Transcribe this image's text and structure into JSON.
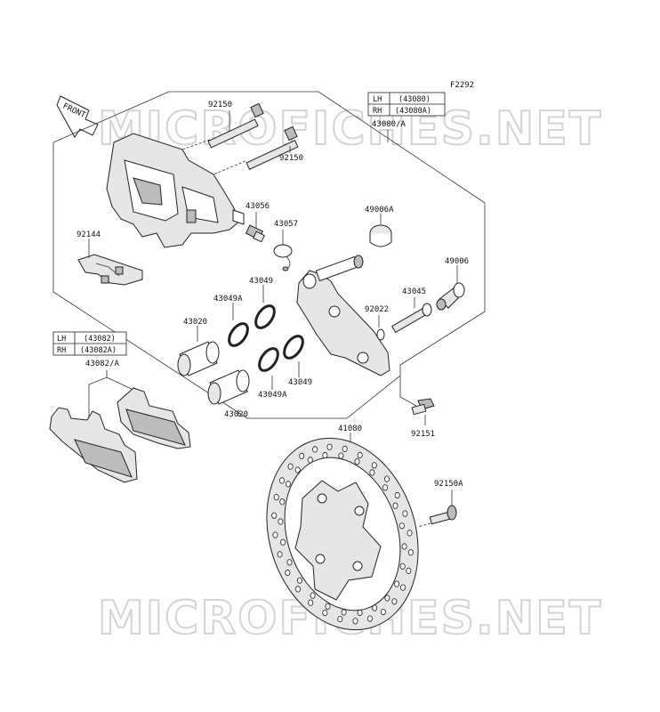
{
  "figure_code": "F2292",
  "front_label": "FRONT",
  "watermark": "MICROFICHES.NET",
  "caliper_table": {
    "rows": [
      {
        "side": "LH",
        "part": "(43080)"
      },
      {
        "side": "RH",
        "part": "(43080A)"
      }
    ],
    "caption": "43080/A"
  },
  "pad_table": {
    "rows": [
      {
        "side": "LH",
        "part": "(43082)"
      },
      {
        "side": "RH",
        "part": "(43082A)"
      }
    ],
    "caption": "43082/A"
  },
  "callouts": {
    "p92150_top": "92150",
    "p92150_mid": "92150",
    "p43056": "43056",
    "p43057": "43057",
    "p92144": "92144",
    "p49006A": "49006A",
    "p49006": "49006",
    "p43045": "43045",
    "p92022": "92022",
    "p43049_top": "43049",
    "p43049A_top": "43049A",
    "p43020_top": "43020",
    "p43049_bot": "43049",
    "p43049A_bot": "43049A",
    "p43020_bot": "43020",
    "p92151": "92151",
    "p41080": "41080",
    "p92150A": "92150A"
  }
}
